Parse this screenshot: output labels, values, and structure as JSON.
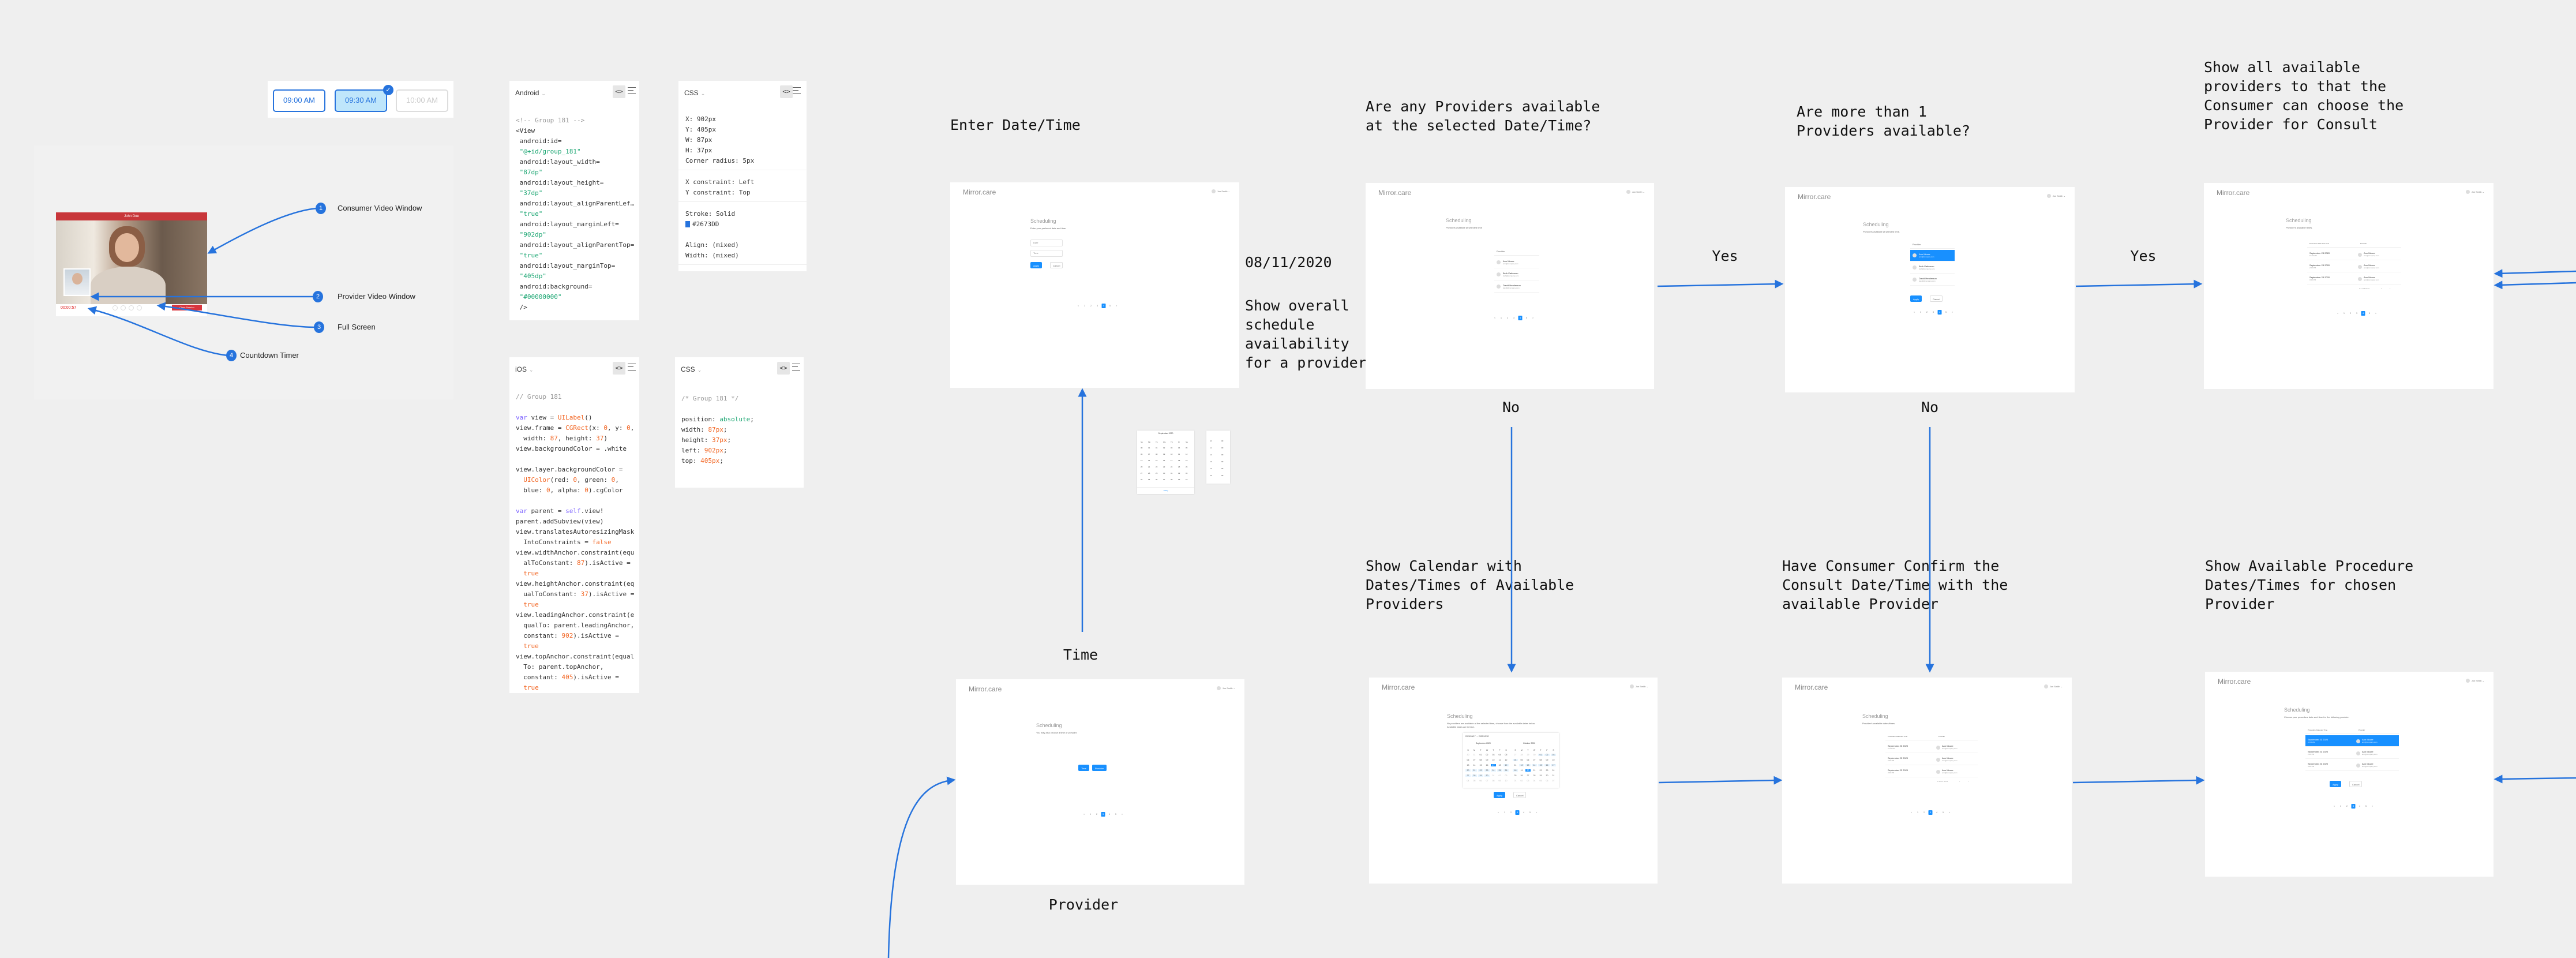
{
  "colors": {
    "accent": "#2673DD",
    "primary": "#1890ff",
    "session_red": "#c8363a",
    "canvas": "#efefef"
  },
  "time_slots": [
    {
      "label": "09:00 AM",
      "state": "default"
    },
    {
      "label": "09:30 AM",
      "state": "selected"
    },
    {
      "label": "10:00 AM",
      "state": "disabled"
    }
  ],
  "video_call": {
    "header_name": "John Doe",
    "timer": "00:00:57",
    "close_label": "Close Session",
    "callouts": [
      {
        "num": "1",
        "label": "Consumer Video Window"
      },
      {
        "num": "2",
        "label": "Provider Video Window"
      },
      {
        "num": "3",
        "label": "Full Screen"
      },
      {
        "num": "4",
        "label": "Countdown Timer"
      }
    ]
  },
  "inspect_panels": {
    "android": {
      "title": "Android",
      "lines": [
        [
          [
            "<!-- Group 181 -->",
            "c"
          ]
        ],
        [
          [
            "<View",
            ""
          ]
        ],
        [
          [
            " android:id=",
            ""
          ]
        ],
        [
          [
            " \"@+id/group_181\"",
            "g"
          ]
        ],
        [
          [
            " android:layout_width=",
            ""
          ]
        ],
        [
          [
            " \"87dp\"",
            "g"
          ]
        ],
        [
          [
            " android:layout_height=",
            ""
          ]
        ],
        [
          [
            " \"37dp\"",
            "g"
          ]
        ],
        [
          [
            " android:layout_alignParentLef…",
            ""
          ]
        ],
        [
          [
            " \"true\"",
            "g"
          ]
        ],
        [
          [
            " android:layout_marginLeft=",
            ""
          ]
        ],
        [
          [
            " \"902dp\"",
            "g"
          ]
        ],
        [
          [
            " android:layout_alignParentTop=",
            ""
          ]
        ],
        [
          [
            " \"true\"",
            "g"
          ]
        ],
        [
          [
            " android:layout_marginTop=",
            ""
          ]
        ],
        [
          [
            " \"405dp\"",
            "g"
          ]
        ],
        [
          [
            " android:background=",
            ""
          ]
        ],
        [
          [
            " \"#00000000\"",
            "g"
          ]
        ],
        [
          [
            " />",
            ""
          ]
        ]
      ]
    },
    "css_props": {
      "title": "CSS",
      "groups": [
        [
          "X: 902px",
          "Y: 405px",
          "W: 87px",
          "H: 37px",
          "Corner radius: 5px"
        ],
        [
          "X constraint: Left",
          "Y constraint: Top"
        ],
        [
          "Stroke: Solid",
          "#2673DD",
          "",
          "Align: (mixed)",
          "Width: (mixed)"
        ]
      ],
      "swatch": "#2673DD"
    },
    "ios": {
      "title": "iOS",
      "lines": [
        [
          [
            "// Group 181",
            "c"
          ]
        ],
        [],
        [
          [
            "var",
            "k"
          ],
          [
            " view = ",
            ""
          ],
          [
            "UILabel",
            "o"
          ],
          [
            "()",
            ""
          ]
        ],
        [
          [
            "view.frame = ",
            ""
          ],
          [
            "CGRect",
            "o"
          ],
          [
            "(x: ",
            ""
          ],
          [
            "0",
            "o"
          ],
          [
            ", y: ",
            ""
          ],
          [
            "0",
            "o"
          ],
          [
            ",",
            ""
          ]
        ],
        [
          [
            "  width: ",
            ""
          ],
          [
            "87",
            "o"
          ],
          [
            ", height: ",
            ""
          ],
          [
            "37",
            "o"
          ],
          [
            ")",
            ""
          ]
        ],
        [
          [
            "view.backgroundColor = .white",
            ""
          ]
        ],
        [],
        [
          [
            "view.layer.backgroundColor =",
            ""
          ]
        ],
        [
          [
            "  ",
            ""
          ],
          [
            "UIColor",
            "o"
          ],
          [
            "(red: ",
            ""
          ],
          [
            "0",
            "o"
          ],
          [
            ", green: ",
            ""
          ],
          [
            "0",
            "o"
          ],
          [
            ",",
            ""
          ]
        ],
        [
          [
            "  blue: ",
            ""
          ],
          [
            "0",
            "o"
          ],
          [
            ", alpha: ",
            ""
          ],
          [
            "0",
            "o"
          ],
          [
            ").cgColor",
            ""
          ]
        ],
        [],
        [
          [
            "var",
            "k"
          ],
          [
            " parent = ",
            ""
          ],
          [
            "self",
            "k"
          ],
          [
            ".view!",
            ""
          ]
        ],
        [
          [
            "parent.addSubview(view)",
            ""
          ]
        ],
        [
          [
            "view.translatesAutoresizingMask",
            ""
          ]
        ],
        [
          [
            "  IntoConstraints = ",
            ""
          ],
          [
            "false",
            "o"
          ]
        ],
        [
          [
            "view.widthAnchor.constraint(equ",
            ""
          ]
        ],
        [
          [
            "  alToConstant: ",
            ""
          ],
          [
            "87",
            "o"
          ],
          [
            ").isActive =",
            ""
          ]
        ],
        [
          [
            "  ",
            ""
          ],
          [
            "true",
            "o"
          ]
        ],
        [
          [
            "view.heightAnchor.constraint(eq",
            ""
          ]
        ],
        [
          [
            "  ualToConstant: ",
            ""
          ],
          [
            "37",
            "o"
          ],
          [
            ").isActive =",
            ""
          ]
        ],
        [
          [
            "  ",
            ""
          ],
          [
            "true",
            "o"
          ]
        ],
        [
          [
            "view.leadingAnchor.constraint(e",
            ""
          ]
        ],
        [
          [
            "  qualTo: parent.leadingAnchor,",
            ""
          ]
        ],
        [
          [
            "  constant: ",
            ""
          ],
          [
            "902",
            "o"
          ],
          [
            ").isActive =",
            ""
          ]
        ],
        [
          [
            "  ",
            ""
          ],
          [
            "true",
            "o"
          ]
        ],
        [
          [
            "view.topAnchor.constraint(equal",
            ""
          ]
        ],
        [
          [
            "  To: parent.topAnchor,",
            ""
          ]
        ],
        [
          [
            "  constant: ",
            ""
          ],
          [
            "405",
            "o"
          ],
          [
            ").isActive =",
            ""
          ]
        ],
        [
          [
            "  ",
            ""
          ],
          [
            "true",
            "o"
          ]
        ]
      ]
    },
    "css_code": {
      "title": "CSS",
      "lines": [
        [
          [
            "/* Group 181 */",
            "c"
          ]
        ],
        [],
        [
          [
            "position: ",
            ""
          ],
          [
            "absolute",
            "g"
          ],
          [
            ";",
            ""
          ]
        ],
        [
          [
            "width: ",
            ""
          ],
          [
            "87px",
            "o"
          ],
          [
            ";",
            ""
          ]
        ],
        [
          [
            "height: ",
            ""
          ],
          [
            "37px",
            "o"
          ],
          [
            ";",
            ""
          ]
        ],
        [
          [
            "left: ",
            ""
          ],
          [
            "902px",
            "o"
          ],
          [
            ";",
            ""
          ]
        ],
        [
          [
            "top: ",
            ""
          ],
          [
            "405px",
            "o"
          ],
          [
            ";",
            ""
          ]
        ]
      ]
    }
  },
  "flow_labels": {
    "enter": "Enter Date/Time",
    "date_value": "08/11/2020",
    "overall": "Show overall\nschedule\navailability\nfor a provider",
    "any_available": "Are any Providers available\nat the selected Date/Time?",
    "more_than_one": "Are more than 1\nProviders available?",
    "show_all": "Show all available\nproviders to that the\nConsumer can choose the\nProvider for Consult",
    "yes": "Yes",
    "no": "No",
    "time": "Time",
    "provider": "Provider",
    "show_calendar": "Show Calendar with\nDates/Times of Available\nProviders",
    "confirm": "Have Consumer Confirm the\nConsult Date/Time with the\navailable Provider",
    "procedure": "Show Available Procedure\nDates/Times for chosen\nProvider"
  },
  "mini_calendar": {
    "month": "September 2020",
    "footer": "Today",
    "weekdays": [
      "Su",
      "Mo",
      "Tu",
      "We",
      "Th",
      "Fr",
      "Sa"
    ],
    "days": [
      "30",
      "31",
      "01",
      "02",
      "03",
      "04",
      "05",
      "06",
      "07",
      "08",
      "09",
      "10",
      "11",
      "12",
      "13",
      "14",
      "15",
      "16",
      "17",
      "18",
      "19",
      "20",
      "21",
      "22",
      "23",
      "24",
      "25",
      "26",
      "27",
      "28",
      "29",
      "30",
      "01",
      "02",
      "03",
      "04",
      "05",
      "06",
      "07",
      "08",
      "09",
      "10"
    ],
    "times": [
      "10",
      "11",
      "12",
      "13",
      "14",
      "15"
    ]
  },
  "screens": [
    {
      "brand": "Mirror.care",
      "user": "Jon Smith",
      "title": "Scheduling",
      "subtitle": [
        "Enter your preferred date and time."
      ],
      "inputs": [
        "Date",
        "Time"
      ],
      "buttons": [
        "Apply",
        "Cancel"
      ],
      "pages": [
        "<",
        "1",
        "2",
        "3",
        "4",
        "5",
        ">"
      ],
      "active_page": "4"
    },
    {
      "brand": "Mirror.care",
      "user": "Jon Smith",
      "title": "Scheduling",
      "subtitle": [
        "Providers available at selected time"
      ],
      "list_header": "Provider",
      "providers": [
        {
          "name": "Ann Moore",
          "email": "ann@company.com"
        },
        {
          "name": "Beth Patterson",
          "email": "beth@company.com"
        },
        {
          "name": "David Henderson",
          "email": "david@company.com"
        }
      ],
      "pages": [
        "<",
        "1",
        "2",
        "3",
        "4",
        "5",
        ">"
      ],
      "active_page": "4"
    },
    {
      "brand": "Mirror.care",
      "user": "Jon Smith",
      "title": "Scheduling",
      "subtitle": [
        "Providers available at selected time."
      ],
      "list_header": "Provider",
      "selected": 0,
      "providers": [
        {
          "name": "Ann Moore",
          "email": "ann@company.com"
        },
        {
          "name": "Beth Patterson",
          "email": "beth@company.com"
        },
        {
          "name": "David Henderson",
          "email": "david@company.com"
        }
      ],
      "buttons": [
        "Apply",
        "Cancel"
      ],
      "pages": [
        "<",
        "1",
        "2",
        "3",
        "4",
        "5",
        ">"
      ],
      "active_page": "4"
    },
    {
      "brand": "Mirror.care",
      "user": "Jon Smith",
      "title": "Scheduling",
      "subtitle": [
        "Provider's available times."
      ],
      "table_headers": [
        "Procedure Date and Time",
        "Provider"
      ],
      "rows": [
        {
          "date": "September 23 2020",
          "time": "10:00 AM",
          "name": "Ann Moore",
          "email": "ann@company.com"
        },
        {
          "date": "September 23 2020",
          "time": "2:00 PM",
          "name": "Ann Moore",
          "email": "ann@company.com"
        },
        {
          "date": "September 23 2020",
          "time": "3:00 PM",
          "name": "Ann Moore",
          "email": "ann@company.com"
        }
      ],
      "table_footer": "1-3 of 3 items",
      "pages": [
        "<",
        "1",
        "2",
        "3",
        "4",
        "5",
        ">"
      ],
      "active_page": "4"
    },
    {
      "brand": "Mirror.care",
      "user": "Jon Smith",
      "title": "Scheduling",
      "subtitle": [
        "You may also choose a time or provider."
      ],
      "buttons": [
        "Time",
        "Provider"
      ],
      "pages": [
        "<",
        "1",
        "2",
        "3",
        "4",
        "5",
        ">"
      ],
      "active_page": "3"
    },
    {
      "brand": "Mirror.care",
      "user": "Jon Smith",
      "title": "Scheduling",
      "subtitle": [
        "No providers are available at the selected time, choose from the available dates below.",
        "Available dates are in blue."
      ],
      "range": "2020/09/17  →  2020/10/20",
      "months": [
        "September 2020",
        "October 2020"
      ],
      "weekdays": [
        "S",
        "M",
        "T",
        "W",
        "T",
        "F",
        "S"
      ],
      "month_days": [
        [
          "30",
          "31",
          "01",
          "02",
          "03",
          "04",
          "05",
          "06",
          "07",
          "08",
          "09",
          "10",
          "11",
          "12",
          "13",
          "14",
          "15",
          "16",
          "17",
          "18",
          "19",
          "20",
          "21",
          "22",
          "23",
          "24",
          "25",
          "26",
          "27",
          "28",
          "29",
          "30",
          "01",
          "02",
          "03",
          "04",
          "05",
          "06",
          "07",
          "08",
          "09",
          "10"
        ],
        [
          "27",
          "28",
          "29",
          "30",
          "01",
          "02",
          "03",
          "04",
          "05",
          "06",
          "07",
          "08",
          "09",
          "10",
          "11",
          "12",
          "13",
          "14",
          "15",
          "16",
          "17",
          "18",
          "19",
          "20",
          "21",
          "22",
          "23",
          "24",
          "25",
          "26",
          "27",
          "28",
          "29",
          "30",
          "31",
          "01",
          "02",
          "03",
          "04",
          "05",
          "06",
          "07"
        ]
      ],
      "selected_dates": [
        "2020-09-17",
        "2020-10-20"
      ],
      "buttons": [
        "Apply",
        "Cancel"
      ],
      "pages": [
        "<",
        "1",
        "2",
        "3",
        "4",
        "5",
        ">"
      ],
      "active_page": "3"
    },
    {
      "brand": "Mirror.care",
      "user": "Jon Smith",
      "title": "Scheduling",
      "subtitle": [
        "Provider's available dates/times."
      ],
      "table_headers": [
        "Procedure Date and Time",
        "Provider"
      ],
      "rows": [
        {
          "date": "September 23 2020",
          "time": "10:00 AM",
          "name": "Ann Moore",
          "email": "ann@company.com"
        },
        {
          "date": "September 23 2020",
          "time": "2:00 PM",
          "name": "Ann Moore",
          "email": "ann@company.com"
        },
        {
          "date": "September 23 2020",
          "time": "3:00 PM",
          "name": "Ann Moore",
          "email": "ann@company.com"
        }
      ],
      "table_footer": "1-3 of 3 items",
      "pages": [
        "<",
        "1",
        "2",
        "3",
        "4",
        "5",
        ">"
      ],
      "active_page": "3"
    },
    {
      "brand": "Mirror.care",
      "user": "Jon Smith",
      "title": "Scheduling",
      "subtitle": [
        "Choose your procedure date and time for the following provider."
      ],
      "table_headers": [
        "Procedure Date and Time",
        "Provider"
      ],
      "selected": 0,
      "rows": [
        {
          "date": "September 23 2020",
          "time": "10:00 AM",
          "name": "Ann Moore",
          "email": "ann@company.com"
        },
        {
          "date": "September 23 2020",
          "time": "2:00 PM",
          "name": "Ann Moore",
          "email": "ann@company.com"
        },
        {
          "date": "September 23 2020",
          "time": "3:00 PM",
          "name": "Ann Moore",
          "email": "ann@company.com"
        }
      ],
      "buttons": [
        "Apply",
        "Cancel"
      ],
      "pages": [
        "<",
        "1",
        "2",
        "3",
        "4",
        "5",
        ">"
      ],
      "active_page": "3"
    }
  ]
}
